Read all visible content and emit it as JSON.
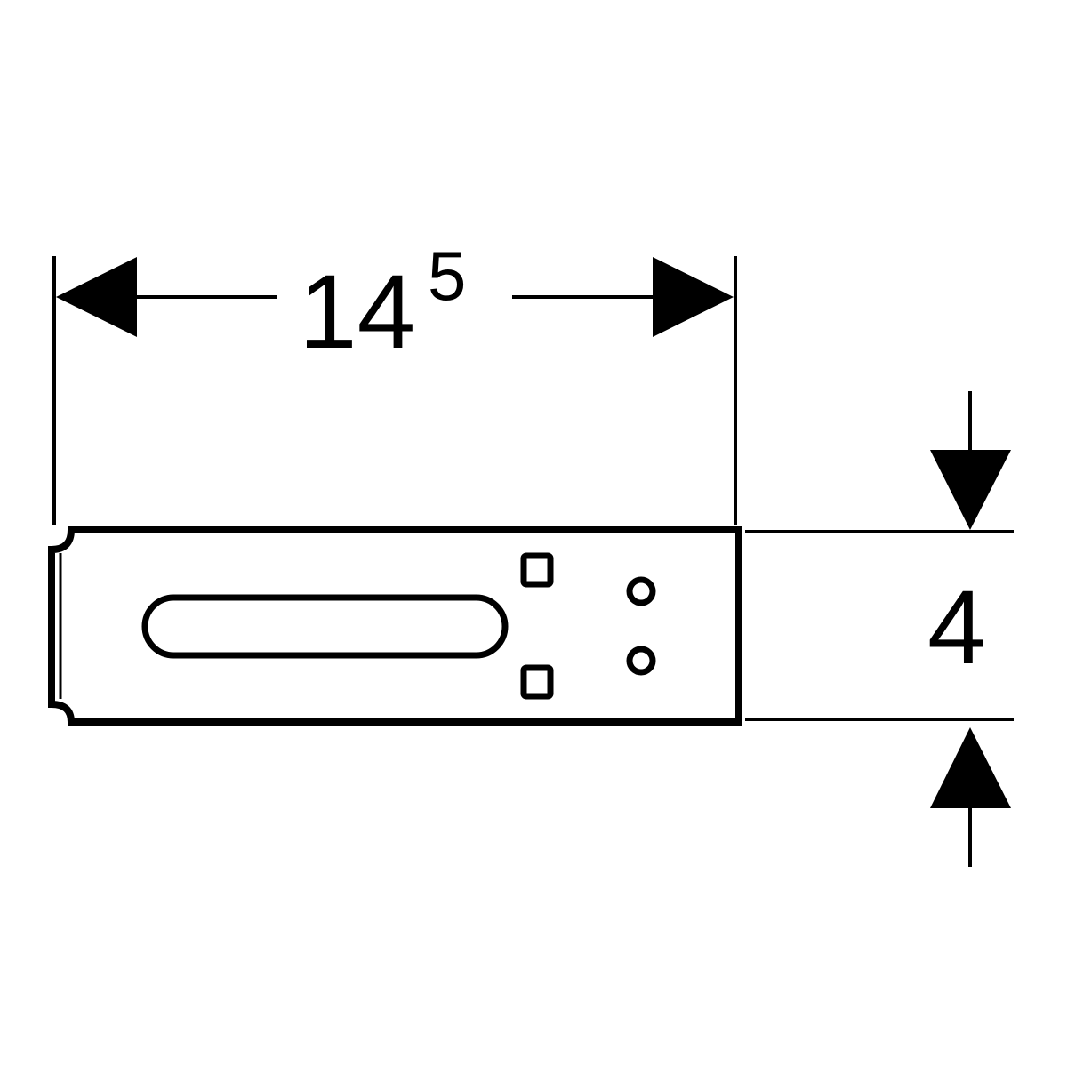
{
  "colors": {
    "line": "#000000",
    "background": "#ffffff"
  },
  "dimensions": {
    "width": {
      "main": "14",
      "superscript": "5"
    },
    "height": {
      "main": "4"
    }
  }
}
